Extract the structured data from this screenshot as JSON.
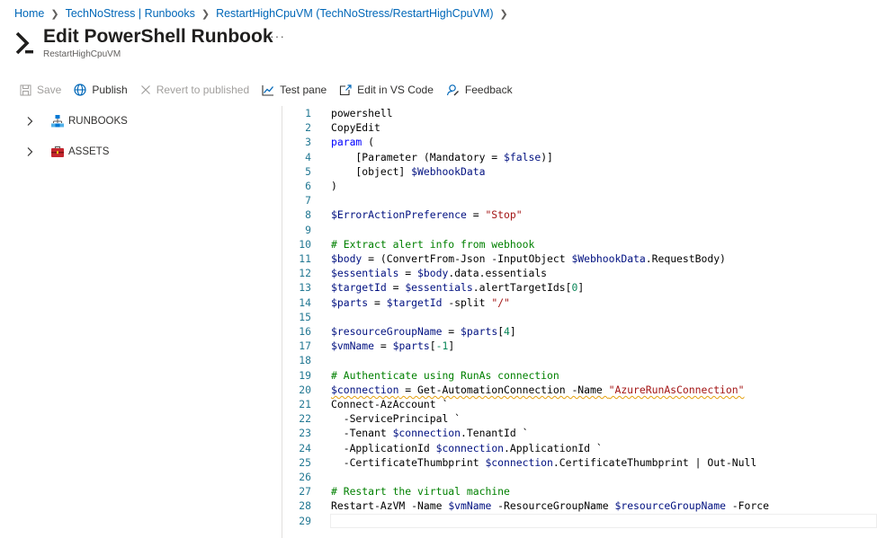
{
  "breadcrumb": [
    {
      "label": "Home"
    },
    {
      "label": "TechNoStress | Runbooks"
    },
    {
      "label": "RestartHighCpuVM (TechNoStress/RestartHighCpuVM)"
    }
  ],
  "header": {
    "title": "Edit PowerShell Runbook",
    "subtitle": "RestartHighCpuVM",
    "more": "···"
  },
  "toolbar": {
    "save": "Save",
    "publish": "Publish",
    "revert": "Revert to published",
    "test_pane": "Test pane",
    "edit_vscode": "Edit in VS Code",
    "feedback": "Feedback"
  },
  "tree": {
    "runbooks": "RUNBOOKS",
    "assets": "ASSETS"
  },
  "colors": {
    "link": "#0067b8",
    "line_number": "#237893",
    "variable": "#001080",
    "string": "#a31515",
    "comment": "#008000",
    "keyword": "#0000ff",
    "number": "#098658"
  },
  "editor": {
    "current_line": 29,
    "lines": [
      [
        {
          "t": "powershell"
        }
      ],
      [
        {
          "t": "CopyEdit"
        }
      ],
      [
        {
          "t": "param",
          "c": "kw"
        },
        {
          "t": " ("
        }
      ],
      [
        {
          "t": "    [Parameter (Mandatory = "
        },
        {
          "t": "$false",
          "c": "var"
        },
        {
          "t": ")]"
        }
      ],
      [
        {
          "t": "    [object] "
        },
        {
          "t": "$WebhookData",
          "c": "var"
        }
      ],
      [
        {
          "t": ")"
        }
      ],
      [],
      [
        {
          "t": "$ErrorActionPreference",
          "c": "var"
        },
        {
          "t": " = "
        },
        {
          "t": "\"Stop\"",
          "c": "str"
        }
      ],
      [],
      [
        {
          "t": "# Extract alert info from webhook",
          "c": "com"
        }
      ],
      [
        {
          "t": "$body",
          "c": "var"
        },
        {
          "t": " = (ConvertFrom-Json -InputObject "
        },
        {
          "t": "$WebhookData",
          "c": "var"
        },
        {
          "t": ".RequestBody)"
        }
      ],
      [
        {
          "t": "$essentials",
          "c": "var"
        },
        {
          "t": " = "
        },
        {
          "t": "$body",
          "c": "var"
        },
        {
          "t": ".data.essentials"
        }
      ],
      [
        {
          "t": "$targetId",
          "c": "var"
        },
        {
          "t": " = "
        },
        {
          "t": "$essentials",
          "c": "var"
        },
        {
          "t": ".alertTargetIds["
        },
        {
          "t": "0",
          "c": "num"
        },
        {
          "t": "]"
        }
      ],
      [
        {
          "t": "$parts",
          "c": "var"
        },
        {
          "t": " = "
        },
        {
          "t": "$targetId",
          "c": "var"
        },
        {
          "t": " -split "
        },
        {
          "t": "\"/\"",
          "c": "str"
        }
      ],
      [],
      [
        {
          "t": "$resourceGroupName",
          "c": "var"
        },
        {
          "t": " = "
        },
        {
          "t": "$parts",
          "c": "var"
        },
        {
          "t": "["
        },
        {
          "t": "4",
          "c": "num"
        },
        {
          "t": "]"
        }
      ],
      [
        {
          "t": "$vmName",
          "c": "var"
        },
        {
          "t": " = "
        },
        {
          "t": "$parts",
          "c": "var"
        },
        {
          "t": "["
        },
        {
          "t": "-1",
          "c": "num"
        },
        {
          "t": "]"
        }
      ],
      [],
      [
        {
          "t": "# Authenticate using RunAs connection",
          "c": "com"
        }
      ],
      [
        {
          "t": "$connection",
          "c": "var",
          "sq": true
        },
        {
          "t": " = Get-AutomationConnection -Name ",
          "sq": true
        },
        {
          "t": "\"AzureRunAsConnection\"",
          "c": "str",
          "sq": true
        }
      ],
      [
        {
          "t": "Connect-AzAccount `"
        }
      ],
      [
        {
          "t": "  -ServicePrincipal `"
        }
      ],
      [
        {
          "t": "  -Tenant "
        },
        {
          "t": "$connection",
          "c": "var"
        },
        {
          "t": ".TenantId `"
        }
      ],
      [
        {
          "t": "  -ApplicationId "
        },
        {
          "t": "$connection",
          "c": "var"
        },
        {
          "t": ".ApplicationId `"
        }
      ],
      [
        {
          "t": "  -CertificateThumbprint "
        },
        {
          "t": "$connection",
          "c": "var"
        },
        {
          "t": ".CertificateThumbprint | Out-Null"
        }
      ],
      [],
      [
        {
          "t": "# Restart the virtual machine",
          "c": "com"
        }
      ],
      [
        {
          "t": "Restart-AzVM -Name "
        },
        {
          "t": "$vmName",
          "c": "var"
        },
        {
          "t": " -ResourceGroupName "
        },
        {
          "t": "$resourceGroupName",
          "c": "var"
        },
        {
          "t": " -Force"
        }
      ],
      []
    ]
  }
}
